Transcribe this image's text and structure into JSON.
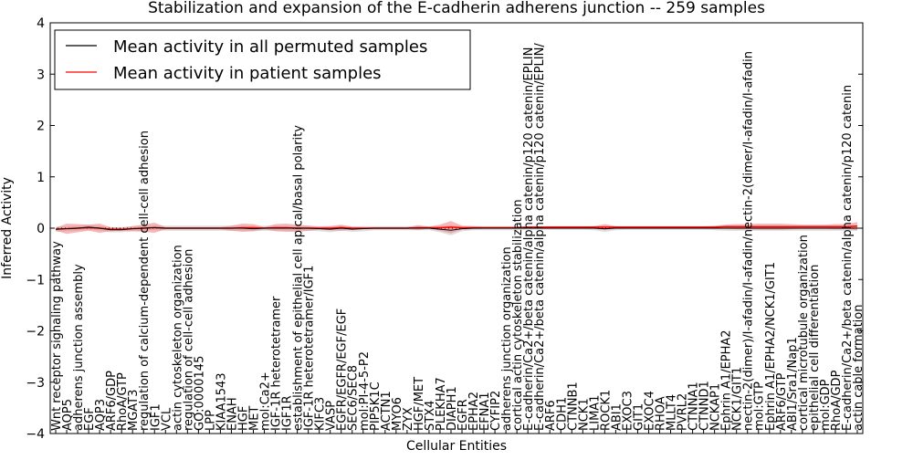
{
  "chart_data": {
    "type": "line",
    "title": "Stabilization and expansion of the E-cadherin adherens junction -- 259 samples",
    "xlabel": "Cellular Entities",
    "ylabel": "Inferred Activity",
    "ylim": [
      -4,
      4
    ],
    "yticks": [
      "-4",
      "−3",
      "−2",
      "−1",
      "0",
      "1",
      "2",
      "3",
      "4"
    ],
    "yticks_values": [
      -4,
      -3,
      -2,
      -1,
      0,
      1,
      2,
      3,
      4
    ],
    "legend": {
      "placement": "top-left",
      "entries": [
        {
          "label": "Mean activity in all permuted samples",
          "color": "#000000"
        },
        {
          "label": "Mean activity in patient samples",
          "color": "#ff0000"
        }
      ]
    },
    "colors": {
      "permuted": "#000000",
      "patient": "#ff0000",
      "patient_band": "#f08080",
      "permuted_band": "#c8c8c8"
    },
    "categories": [
      "Wnt receptor signaling pathway",
      "AQP5",
      "adherens junction assembly",
      "EGF",
      "AQP3",
      "ARF6/GDP",
      "RhoA/GTP",
      "MGAT3",
      "regulation of calcium-dependent cell-cell adhesion",
      "IGF1",
      "VCL",
      "actin cytoskeleton organization",
      "regulation of cell-cell adhesion",
      "GO:0000145",
      "LPP",
      "KIAA1543",
      "ENAH",
      "HGF",
      "MET",
      "mol:Ca2+",
      "IGF-1R heterotetramer",
      "IGF1R",
      "establishment of epithelial cell apical/basal polarity",
      "IGF-1R heterotetramer/IGF1",
      "KIFC3",
      "VASP",
      "EGFR/EGFR/EGF/EGF",
      "SEC6/SEC8",
      "mol:PI-4-5-P2",
      "PIP5K1C",
      "ACTN1",
      "MYO6",
      "ZYX",
      "HGF/MET",
      "STX4",
      "PLEKHA7",
      "DIAPH1",
      "EGFR",
      "EPHA2",
      "EFNA1",
      "CYFIP2",
      "adherens junction organization",
      "cortical actin cytoskeleton stabilization",
      "E-cadherin/Ca2+/beta catenin/alpha catenin/p120 catenin/EPLIN",
      "E-cadherin/Ca2+/beta catenin/alpha catenin/p120 catenin/EPLIN/",
      "ARF6",
      "CDH1",
      "CTNNB1",
      "NCK1",
      "LIMA1",
      "ROCK1",
      "ABI1",
      "EXOC3",
      "GIT1",
      "EXOC4",
      "RHOA",
      "MLLT4",
      "PVRL2",
      "CTNNA1",
      "CTNND1",
      "NCKAP1",
      "Ephrin A1/EPHA2",
      "NCK1/GIT1",
      "nectin-2(dimer)/I-afadin/I-afadin/nectin-2(dimer/I-afadin/I-afadin",
      "mol:GTP",
      "Ephrin A1/EPHA2/NCK1/GIT1",
      "ARF6/GTP",
      "ABI1/Sra1/Nap1",
      "cortical microtubule organization",
      "epithelial cell differentiation",
      "mol:GDP",
      "RhoA/GDP",
      "E-cadherin/Ca2+/beta catenin/alpha catenin/p120 catenin",
      "actin cable formation"
    ],
    "series": [
      {
        "name": "Mean activity in all permuted samples",
        "values": [
          -0.02,
          -0.01,
          0.0,
          0.02,
          0.0,
          -0.03,
          -0.03,
          -0.01,
          0.0,
          0.01,
          0.0,
          0.0,
          0.0,
          0.0,
          0.0,
          0.0,
          0.0,
          0.0,
          -0.01,
          0.0,
          0.0,
          0.0,
          0.0,
          0.0,
          -0.01,
          -0.02,
          0.0,
          -0.02,
          -0.01,
          0.0,
          0.0,
          0.0,
          0.0,
          0.0,
          0.0,
          -0.02,
          -0.04,
          -0.01,
          0.0,
          0.0,
          0.0,
          0.0,
          0.0,
          0.0,
          0.0,
          0.0,
          0.0,
          0.0,
          0.0,
          0.0,
          -0.01,
          0.0,
          0.0,
          0.0,
          0.0,
          0.0,
          0.0,
          0.0,
          0.0,
          0.0,
          0.0,
          0.0,
          0.0,
          0.0,
          0.0,
          0.0,
          0.0,
          0.0,
          0.0,
          0.0,
          0.0,
          0.0,
          0.0,
          0.0
        ],
        "std": [
          0.05,
          0.05,
          0.05,
          0.05,
          0.05,
          0.05,
          0.05,
          0.05,
          0.05,
          0.05,
          0.05,
          0.05,
          0.05,
          0.05,
          0.05,
          0.05,
          0.05,
          0.05,
          0.05,
          0.05,
          0.05,
          0.05,
          0.05,
          0.05,
          0.05,
          0.06,
          0.05,
          0.05,
          0.05,
          0.04,
          0.04,
          0.04,
          0.04,
          0.04,
          0.04,
          0.06,
          0.1,
          0.05,
          0.04,
          0.04,
          0.04,
          0.04,
          0.04,
          0.03,
          0.03,
          0.03,
          0.03,
          0.03,
          0.03,
          0.04,
          0.06,
          0.04,
          0.03,
          0.03,
          0.03,
          0.03,
          0.03,
          0.03,
          0.03,
          0.03,
          0.04,
          0.05,
          0.05,
          0.05,
          0.05,
          0.05,
          0.05,
          0.05,
          0.05,
          0.05,
          0.05,
          0.05,
          0.05,
          0.05
        ]
      },
      {
        "name": "Mean activity in patient samples",
        "values": [
          -0.02,
          -0.01,
          0.0,
          0.01,
          0.0,
          -0.02,
          -0.02,
          -0.01,
          0.0,
          0.01,
          0.0,
          0.0,
          0.0,
          0.0,
          0.0,
          0.0,
          0.0,
          0.01,
          0.01,
          0.0,
          0.01,
          0.01,
          0.0,
          0.0,
          0.0,
          0.0,
          0.01,
          0.0,
          0.0,
          0.0,
          0.0,
          0.0,
          0.0,
          0.01,
          0.01,
          0.01,
          0.02,
          0.01,
          0.01,
          0.01,
          0.01,
          0.01,
          0.01,
          0.02,
          0.02,
          0.02,
          0.02,
          0.02,
          0.02,
          0.02,
          0.02,
          0.02,
          0.02,
          0.02,
          0.02,
          0.02,
          0.02,
          0.02,
          0.02,
          0.02,
          0.02,
          0.03,
          0.03,
          0.03,
          0.03,
          0.03,
          0.03,
          0.03,
          0.03,
          0.03,
          0.03,
          0.03,
          0.03,
          0.04
        ],
        "std": [
          0.03,
          0.1,
          0.08,
          0.06,
          0.09,
          0.04,
          0.03,
          0.05,
          0.07,
          0.1,
          0.02,
          0.02,
          0.02,
          0.02,
          0.02,
          0.02,
          0.05,
          0.08,
          0.07,
          0.02,
          0.07,
          0.08,
          0.07,
          0.05,
          0.03,
          0.04,
          0.06,
          0.03,
          0.02,
          0.02,
          0.02,
          0.02,
          0.02,
          0.05,
          0.02,
          0.06,
          0.12,
          0.04,
          0.03,
          0.02,
          0.02,
          0.02,
          0.02,
          0.02,
          0.02,
          0.02,
          0.02,
          0.02,
          0.02,
          0.02,
          0.06,
          0.02,
          0.02,
          0.02,
          0.02,
          0.02,
          0.02,
          0.02,
          0.02,
          0.02,
          0.03,
          0.04,
          0.05,
          0.05,
          0.06,
          0.06,
          0.06,
          0.05,
          0.04,
          0.04,
          0.04,
          0.05,
          0.05,
          0.08
        ]
      }
    ]
  }
}
